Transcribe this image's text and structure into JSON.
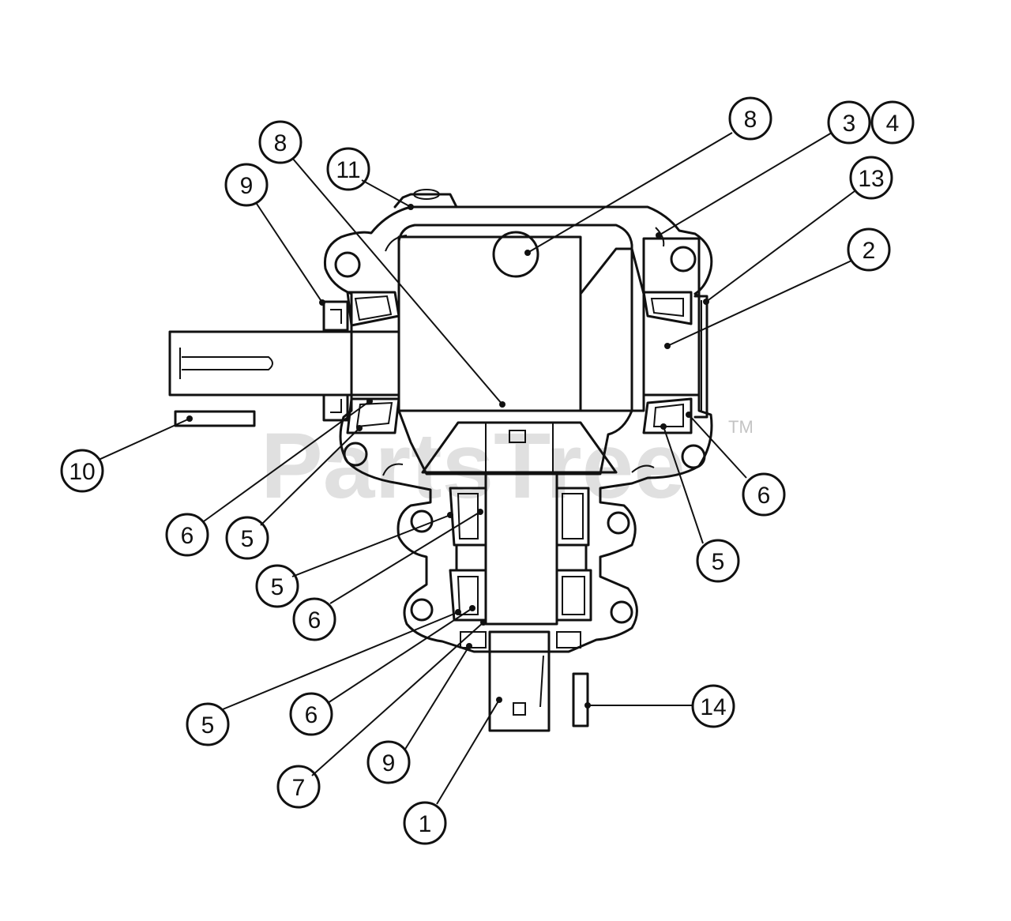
{
  "watermark": {
    "text": "PartsTree",
    "tm": "TM"
  },
  "callouts": [
    {
      "id": "c-8-top",
      "label": "8"
    },
    {
      "id": "c-3",
      "label": "3"
    },
    {
      "id": "c-4",
      "label": "4"
    },
    {
      "id": "c-13",
      "label": "13"
    },
    {
      "id": "c-2",
      "label": "2"
    },
    {
      "id": "c-8-left",
      "label": "8"
    },
    {
      "id": "c-11",
      "label": "11"
    },
    {
      "id": "c-9-top",
      "label": "9"
    },
    {
      "id": "c-10",
      "label": "10"
    },
    {
      "id": "c-6-left",
      "label": "6"
    },
    {
      "id": "c-5-left",
      "label": "5"
    },
    {
      "id": "c-6-right",
      "label": "6"
    },
    {
      "id": "c-5-right",
      "label": "5"
    },
    {
      "id": "c-5-mid",
      "label": "5"
    },
    {
      "id": "c-6-mid",
      "label": "6"
    },
    {
      "id": "c-5-low",
      "label": "5"
    },
    {
      "id": "c-6-low",
      "label": "6"
    },
    {
      "id": "c-7",
      "label": "7"
    },
    {
      "id": "c-9-bottom",
      "label": "9"
    },
    {
      "id": "c-1",
      "label": "1"
    },
    {
      "id": "c-14",
      "label": "14"
    }
  ]
}
